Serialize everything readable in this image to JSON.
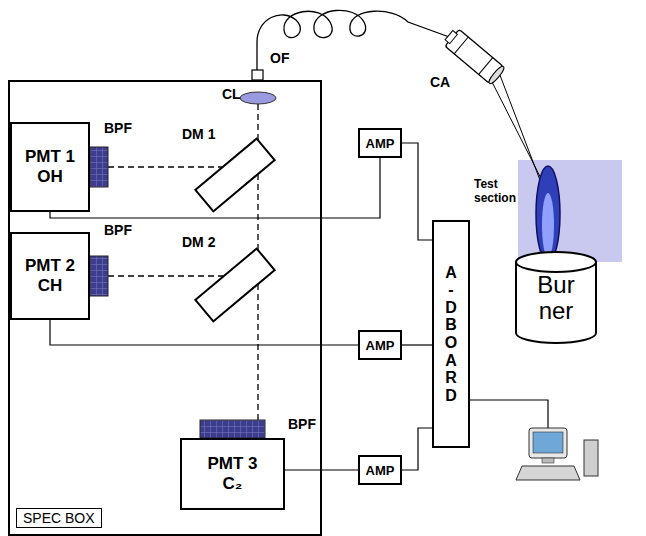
{
  "diagram": {
    "nodes": [
      {
        "text": [
          "SPEC BOX"
        ]
      },
      {
        "text": [
          "PMT 1 OH"
        ],
        "in": 0
      },
      {
        "text": [
          "PMT 2 CH"
        ],
        "in": 0
      },
      {
        "text": [
          "PMT 3 C₂"
        ],
        "in": 0
      },
      {
        "text": [
          "AMP"
        ]
      },
      {
        "text": [
          "AMP"
        ]
      },
      {
        "text": [
          "AMP"
        ]
      },
      {
        "text": [
          "A-D BOARD"
        ]
      },
      {
        "text": [
          "Burner"
        ]
      }
    ],
    "edges": [
      {
        "from": 1,
        "to": 4,
        "arrow": "none"
      },
      {
        "from": 2,
        "to": 5,
        "arrow": "none"
      },
      {
        "from": 3,
        "to": 6,
        "arrow": "none"
      },
      {
        "from": 4,
        "to": 7,
        "arrow": "none"
      },
      {
        "from": 5,
        "to": 7,
        "arrow": "none"
      },
      {
        "from": 6,
        "to": 7,
        "arrow": "none"
      }
    ],
    "labels": [
      "OF",
      "CL",
      "BPF",
      "DM 1",
      "BPF",
      "DM 2",
      "BPF",
      "CA",
      "Test section"
    ]
  }
}
